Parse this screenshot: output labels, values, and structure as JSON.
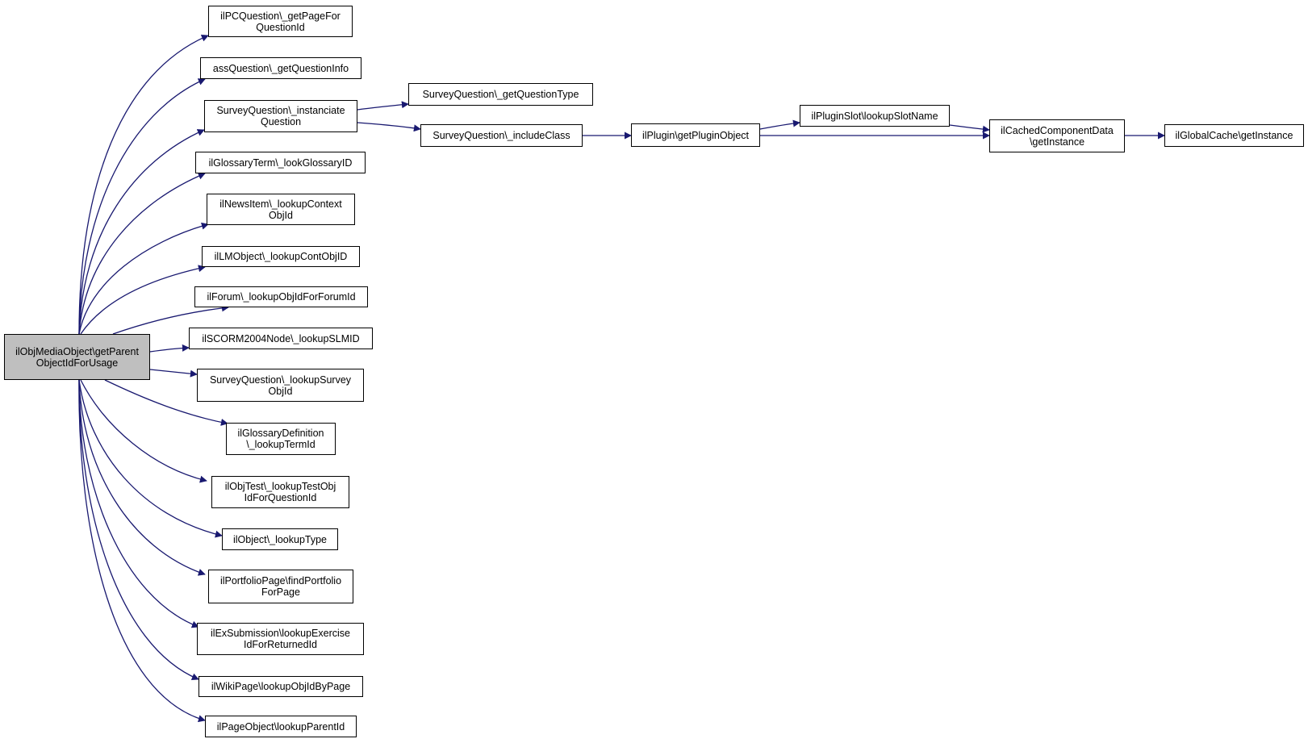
{
  "colors": {
    "edge": "#191970",
    "root_fill": "#bfbfbf",
    "node_fill": "#ffffff",
    "border": "#000000"
  },
  "nodes": {
    "root": "ilObjMediaObject\\getParent\nObjectIdForUsage",
    "pcq": "ilPCQuestion\\_getPageFor\nQuestionId",
    "assq": "assQuestion\\_getQuestionInfo",
    "svinst": "SurveyQuestion\\_instanciate\nQuestion",
    "gloss": "ilGlossaryTerm\\_lookGlossaryID",
    "news": "ilNewsItem\\_lookupContext\nObjId",
    "lm": "ilLMObject\\_lookupContObjID",
    "forum": "ilForum\\_lookupObjIdForForumId",
    "scorm": "ilSCORM2004Node\\_lookupSLMID",
    "svlook": "SurveyQuestion\\_lookupSurvey\nObjId",
    "glossdef": "ilGlossaryDefinition\n\\_lookupTermId",
    "objtest": "ilObjTest\\_lookupTestObj\nIdForQuestionId",
    "object": "ilObject\\_lookupType",
    "portfolio": "ilPortfolioPage\\findPortfolio\nForPage",
    "exsub": "ilExSubmission\\lookupExercise\nIdForReturnedId",
    "wiki": "ilWikiPage\\lookupObjIdByPage",
    "pageobj": "ilPageObject\\lookupParentId",
    "svtype": "SurveyQuestion\\_getQuestionType",
    "svinc": "SurveyQuestion\\_includeClass",
    "plugin": "ilPlugin\\getPluginObject",
    "slot": "ilPluginSlot\\lookupSlotName",
    "cached": "ilCachedComponentData\n\\getInstance",
    "global": "ilGlobalCache\\getInstance"
  }
}
